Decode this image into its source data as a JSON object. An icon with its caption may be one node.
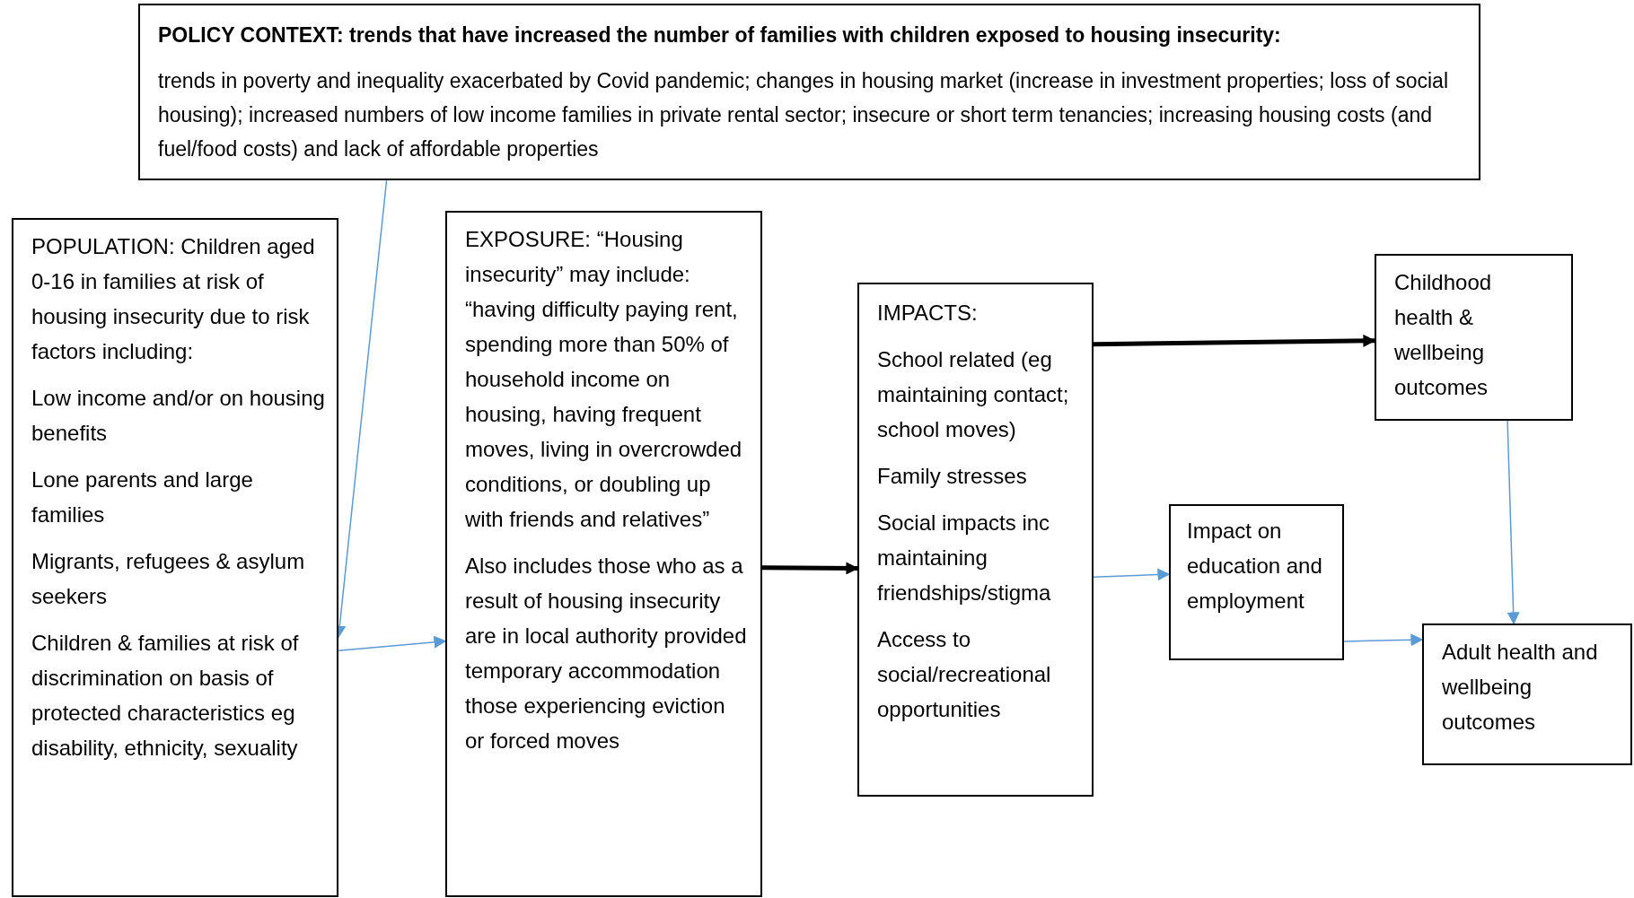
{
  "diagram": {
    "nodes": [
      {
        "text": [
          "POLICY CONTEXT: trends that have increased the number of families with children exposed to housing insecurity:",
          "trends in poverty and inequality exacerbated by Covid pandemic; changes in housing market (increase in investment properties; loss of social housing); increased numbers of low income families in private rental sector; insecure or short term tenancies; increasing housing costs (and fuel/food costs) and lack of affordable properties"
        ]
      },
      {
        "text": [
          "POPULATION: Children aged 0-16 in families at risk of housing insecurity due to risk factors including:",
          "Low income and/or on housing benefits",
          "Lone parents and large families",
          "Migrants, refugees & asylum seekers",
          "Children & families at risk of discrimination on basis of protected characteristics eg disability, ethnicity, sexuality"
        ]
      },
      {
        "text": [
          "EXPOSURE: “Housing insecurity” may include: “having difficulty paying rent, spending more than 50% of household income on housing, having frequent moves, living in overcrowded conditions, or doubling up with friends and relatives”",
          "Also includes those who as a result of housing insecurity are in local authority provided temporary accommodation those experiencing eviction or forced moves"
        ]
      },
      {
        "text": [
          "IMPACTS:",
          "School related (eg maintaining contact; school moves)",
          "Family stresses",
          "Social impacts inc maintaining friendships/stigma",
          "Access to social/recreational opportunities"
        ]
      },
      {
        "text": [
          "Childhood health & wellbeing outcomes"
        ]
      },
      {
        "text": [
          "Impact on education and employment"
        ]
      },
      {
        "text": [
          "Adult health and wellbeing outcomes"
        ]
      }
    ],
    "edges": [
      {
        "from": 0,
        "to": 1,
        "arrow": "to"
      },
      {
        "from": 1,
        "to": 2,
        "arrow": "to"
      },
      {
        "from": 2,
        "to": 3,
        "arrow": "to",
        "style": "thick",
        "color": "#000000"
      },
      {
        "from": 3,
        "to": 4,
        "arrow": "to",
        "style": "thick",
        "color": "#000000"
      },
      {
        "from": 3,
        "to": 5,
        "arrow": "to"
      },
      {
        "from": 5,
        "to": 6,
        "arrow": "to"
      },
      {
        "from": 4,
        "to": 6,
        "arrow": "to"
      }
    ]
  }
}
